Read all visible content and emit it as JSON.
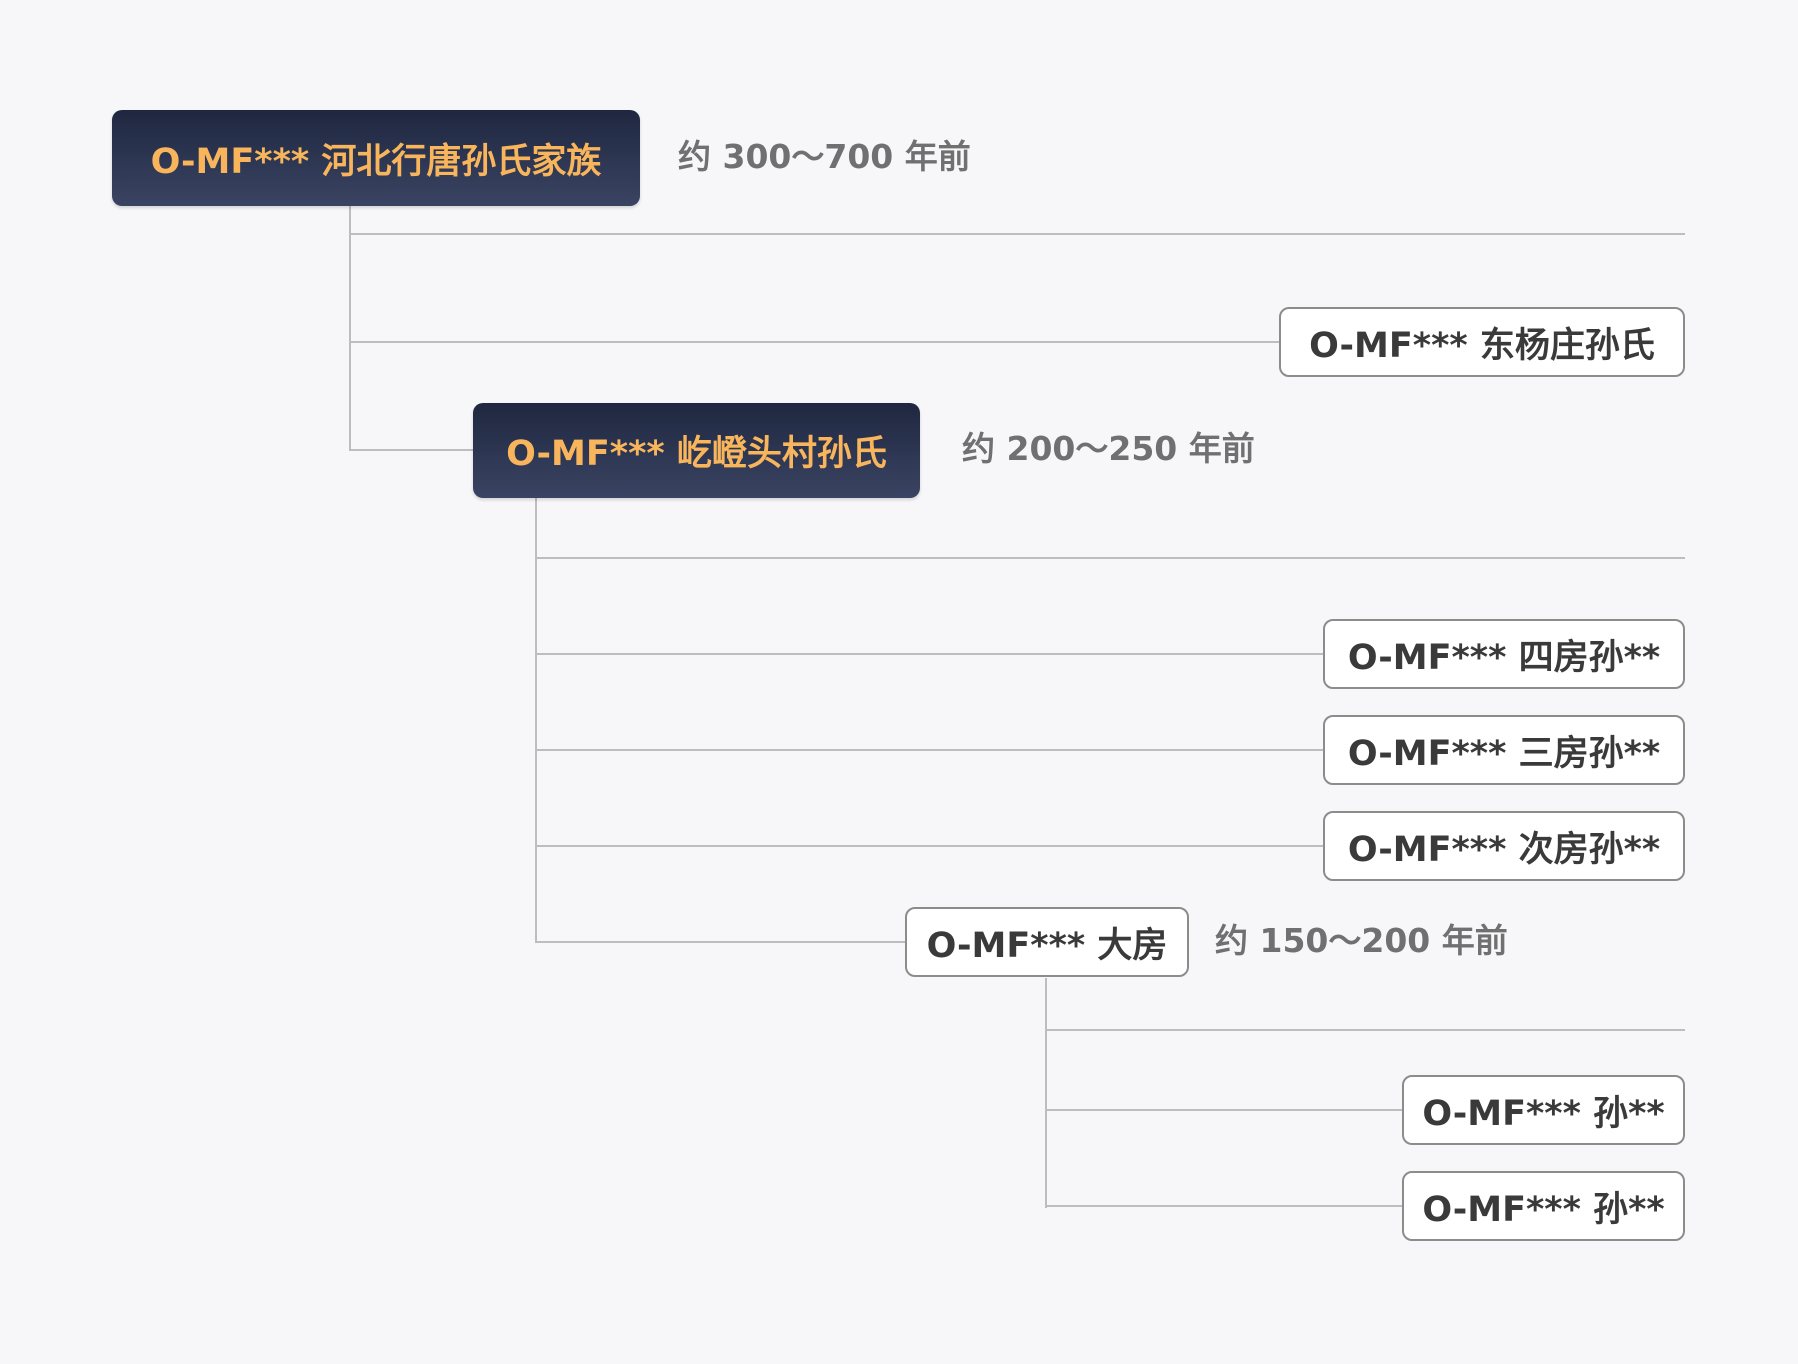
{
  "nodes": {
    "root": {
      "label": "O-MF*** 河北行唐孙氏家族",
      "era": "约 300～700 年前"
    },
    "dongyangzhuang": {
      "label": "O-MF*** 东杨庄孙氏"
    },
    "village": {
      "label": "O-MF*** 屹嶝头村孙氏",
      "era": "约 200～250 年前"
    },
    "fourth_house": {
      "label": "O-MF*** 四房孙**"
    },
    "third_house": {
      "label": "O-MF*** 三房孙**"
    },
    "second_house": {
      "label": "O-MF*** 次房孙**"
    },
    "eldest_house": {
      "label": "O-MF*** 大房",
      "era": "约 150～200 年前"
    },
    "sun_a": {
      "label": "O-MF*** 孙**"
    },
    "sun_b": {
      "label": "O-MF*** 孙**"
    }
  },
  "colors": {
    "dark_node_bg": "#26304a",
    "dark_node_text": "#f8b55c",
    "light_node_border": "#8c8c8c",
    "line": "#bdbdbd",
    "era_text": "#707070",
    "background": "#f7f7f9"
  }
}
